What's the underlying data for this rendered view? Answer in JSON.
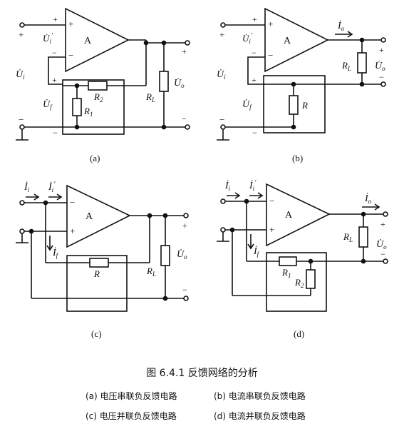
{
  "subfigures": [
    "(a)",
    "(b)",
    "(c)",
    "(d)"
  ],
  "caption": {
    "title": "图 6.4.1   反馈网络的分析",
    "items": [
      "(a) 电压串联负反馈电路",
      "(b) 电流串联负反馈电路",
      "(c) 电压并联负反馈电路",
      "(d) 电流并联负反馈电路"
    ]
  },
  "labels": {
    "amp": "A",
    "plus": "+",
    "minus": "−",
    "Ui": "U̇",
    "Ui_sub": "i",
    "Ui_prime_sub": "i′",
    "Uf_sub": "f",
    "Uo_sub": "o",
    "Ii": "İ",
    "If": "İ",
    "Io": "İ",
    "R": "R",
    "R1_sub": "1",
    "R2_sub": "2",
    "RL_sub": "L"
  },
  "colors": {
    "ink": "#111111",
    "background": "#ffffff"
  }
}
